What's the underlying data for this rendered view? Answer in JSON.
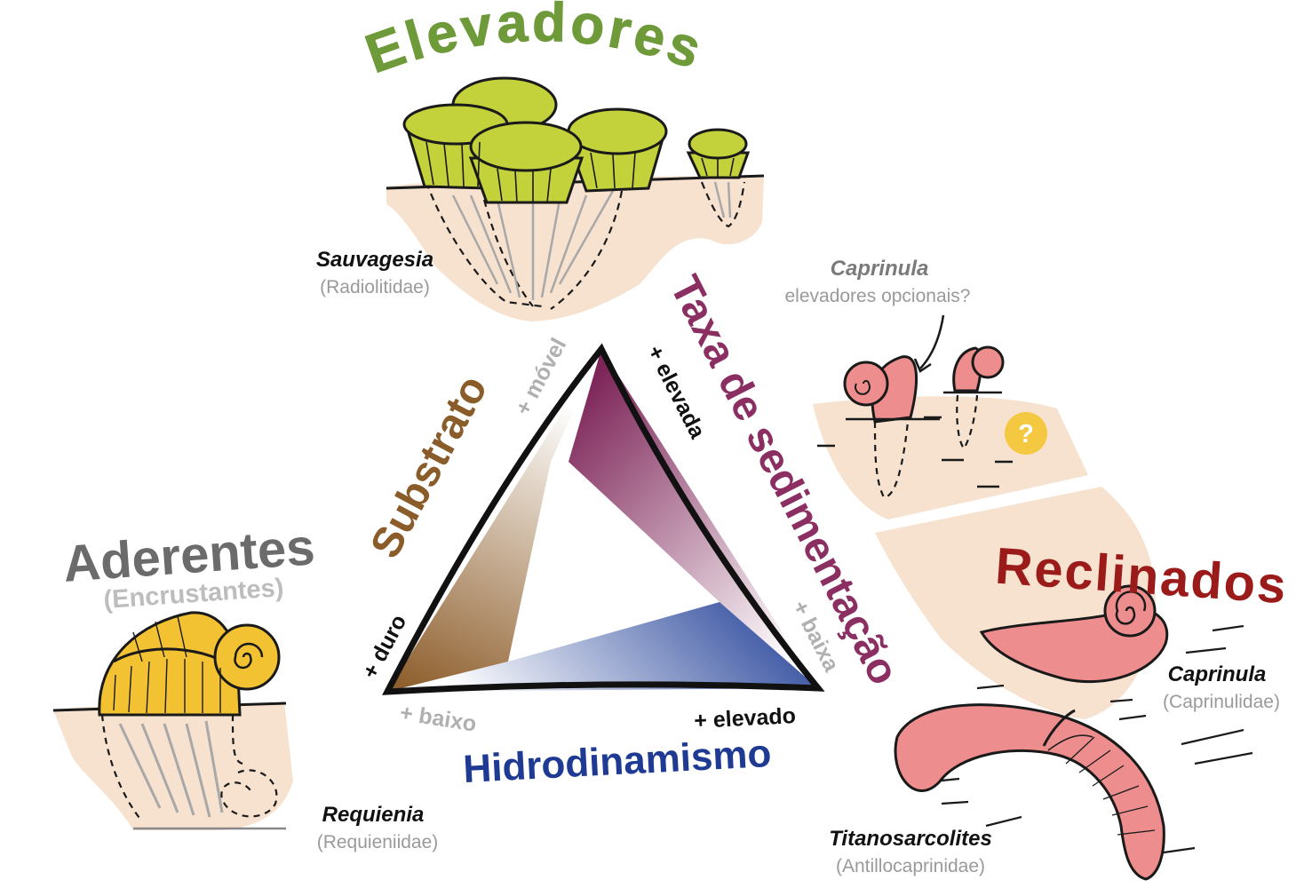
{
  "groups": {
    "elevadores": {
      "title": "Elevadores",
      "genus": "Sauvagesia",
      "family": "(Radiolitidae)"
    },
    "aderentes": {
      "title": "Aderentes",
      "subtitle": "(Encrustantes)",
      "genus": "Requienia",
      "family": "(Requieniidae)"
    },
    "reclinados": {
      "title": "Reclinados",
      "genus_1": "Caprinula",
      "family_1": "(Caprinulidae)",
      "genus_2": "Titanosarcolites",
      "family_2": "(Antillocaprinidae)"
    },
    "caprinula_note": {
      "genus": "Caprinula",
      "note": "elevadores opcionais?",
      "question_mark": "?"
    }
  },
  "triangle": {
    "substrato": {
      "label": "Substrato",
      "high": "+ móvel",
      "low": "+ duro"
    },
    "sedimentacao": {
      "label": "Taxa de sedimentação",
      "high": "+ elevada",
      "low": "+ baixa"
    },
    "hidrodinamismo": {
      "label": "Hidrodinamismo",
      "low": "+ baixo",
      "high": "+ elevado"
    }
  },
  "colors": {
    "elevadores": "#6e9a3a",
    "aderentes": "#6b6b6b",
    "reclinados": "#9b1b1b",
    "substrato": "#8a5c2a",
    "sedimentacao": "#8b2f63",
    "hidrodinamismo": "#1f3a93",
    "sediment": "#f7e2cf",
    "shell_green": "#c3d13a",
    "shell_yellow": "#f2c232",
    "shell_pink": "#ee8d8d"
  }
}
